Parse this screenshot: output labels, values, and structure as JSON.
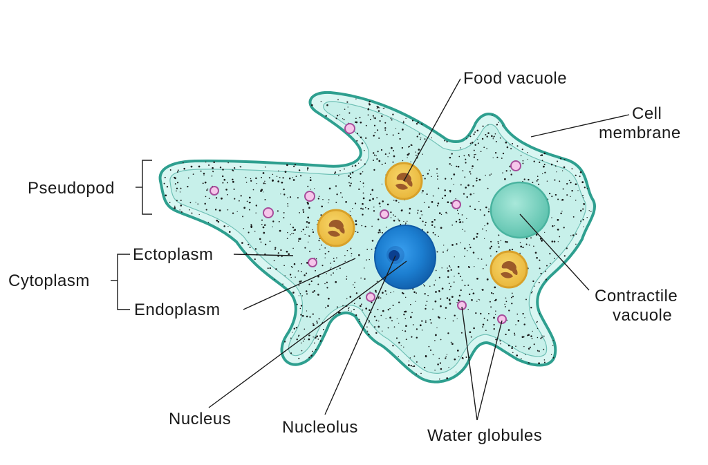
{
  "labels": {
    "food_vacuole": "Food vacuole",
    "cell_membrane_line1": "Cell",
    "cell_membrane_line2": "membrane",
    "pseudopod": "Pseudopod",
    "ectoplasm": "Ectoplasm",
    "cytoplasm": "Cytoplasm",
    "endoplasm": "Endoplasm",
    "contractile_vacuole_line1": "Contractile",
    "contractile_vacuole_line2": "vacuole",
    "nucleus": "Nucleus",
    "nucleolus": "Nucleolus",
    "water_globules": "Water globules"
  },
  "colors": {
    "membrane_outer": "#2e9f8f",
    "ectoplasm_fill": "#d9f6f2",
    "endoplasm_fill": "#c7f0ea",
    "granules": "#1b1b1b",
    "food_vacuole_fill": "#f3c94a",
    "food_vacuole_ring": "#d8a12a",
    "food_particle": "#9c5a2a",
    "nucleus_fill": "#1c7ed0",
    "nucleus_edge": "#0f5aa6",
    "nucleolus_fill": "#0b3f8f",
    "contractile_vacuole_fill": "#7fd6c4",
    "contractile_vacuole_edge": "#49b39f",
    "water_globule_fill": "#f6c6ea",
    "water_globule_edge": "#a64d9a"
  }
}
